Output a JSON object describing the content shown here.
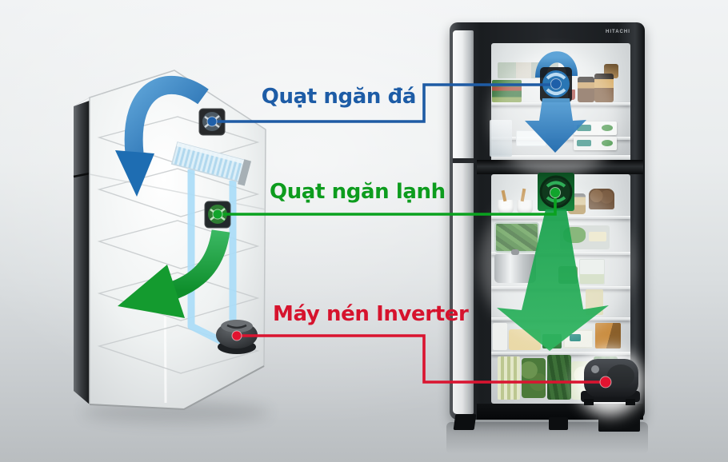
{
  "diagram": {
    "title_present": false,
    "labels": [
      {
        "id": "freezer-fan",
        "text": "Quạt ngăn đá",
        "color": "#1d5ca6",
        "points_to": "fan in freezer compartment"
      },
      {
        "id": "fridge-fan",
        "text": "Quạt ngăn lạnh",
        "color": "#0d9c1e",
        "points_to": "fan in cooling compartment"
      },
      {
        "id": "compressor",
        "text": "Máy nén Inverter",
        "color": "#d6132d",
        "points_to": "inverter compressor at bottom"
      }
    ]
  },
  "brand": {
    "logo_text": "HITACHI"
  },
  "colors": {
    "blue_line": "#1e5ba4",
    "blue_arrow": "#2f86c8",
    "green_line": "#0aa21f",
    "green_arrow": "#1fa84f",
    "red_line": "#da1430",
    "pipe_blue": "#aadcf7",
    "cabinet_dark": "#1b1e21",
    "background_top": "#f1f3f4",
    "background_bottom": "#b9bdc0"
  },
  "icons": {
    "fan-icon": "square frame fan with round blades",
    "compressor-icon": "rounded dark compressor pot",
    "flow-arrow-icon": "tapered airflow arrow",
    "evaporator-icon": "striped cooling coil",
    "connector-dot-icon": "filled circle line endpoint"
  }
}
